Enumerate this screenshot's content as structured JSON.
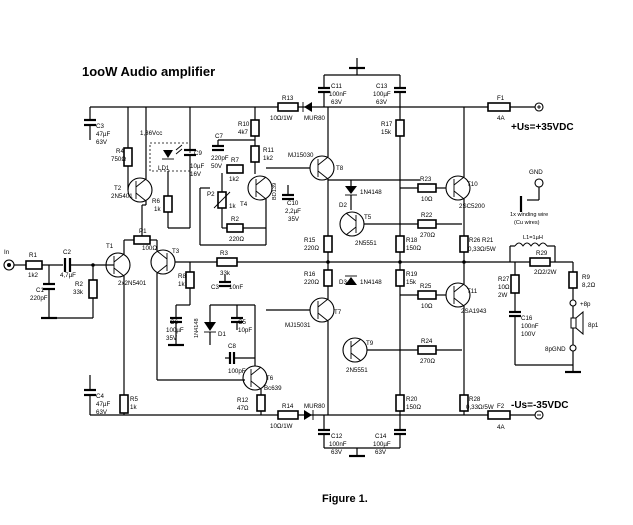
{
  "title": "1ooW Audio amplifier",
  "caption": "Figure 1.",
  "rails": {
    "positive": "+Us=+35VDC",
    "negative": "-Us=-35VDC",
    "gnd": "GND"
  },
  "io": {
    "input": "In",
    "speaker_plus": "+8p",
    "speaker_gnd": "8pGND",
    "speaker": "8p1"
  },
  "components": {
    "R1": "R1",
    "R1v": "1k2",
    "R2": "R2",
    "R2v": "33k",
    "R3": "R3",
    "R3v": "33k",
    "R4": "R4",
    "R4v": "750Ω",
    "R5": "R5",
    "R5v": "1k",
    "R6": "R6",
    "R6v": "1k",
    "R7": "R7",
    "R7v": "1k2",
    "R8": "R8",
    "R8v": "1k",
    "R9": "R9",
    "R9v": "8,2Ω",
    "R10": "R10",
    "R10v": "4k7",
    "R11": "R11",
    "R11v": "1k2",
    "R12": "R12",
    "R12v": "47Ω",
    "R13": "R13",
    "R13v": "10Ω/1W",
    "R14": "R14",
    "R14v": "10Ω/1W",
    "R15": "R15",
    "R15v": "220Ω",
    "R16": "R16",
    "R16v": "220Ω",
    "R17": "R17",
    "R17v": "15k",
    "R18": "R18",
    "R18v": "150Ω",
    "R19": "R19",
    "R19v": "15k",
    "R20": "R20",
    "R20v": "150Ω",
    "R21": "R21",
    "R21v": "0,33Ω/5W",
    "R22": "R22",
    "R22v": "270Ω",
    "R23": "R23",
    "R23v": "10Ω",
    "R24": "R24",
    "R24v": "270Ω",
    "R25": "R25",
    "R25v": "10Ω",
    "R26": "R26",
    "R26v": "0,33Ω/5W",
    "R27": "R27",
    "R27v": "10Ω",
    "R27w": "2W",
    "R28": "R28",
    "R28v": "0,33Ω/5W",
    "R29": "R29",
    "R29v": "2Ω2/2W",
    "Rx": "R2",
    "Rxv": "220Ω",
    "C1": "C1",
    "C1v": "220pF",
    "C2": "C2",
    "C2v": "4,7µF",
    "C3": "C3",
    "C3v": "47µF",
    "C3u": "63V",
    "C4": "C4",
    "C4v": "47µF",
    "C4u": "63V",
    "C5": "C5",
    "C5v": "10pF",
    "C6": "C6",
    "C6v": "100µF",
    "C6u": "35V",
    "C7": "C7",
    "C7v": "220pF",
    "C7u": "50V",
    "C8": "C8",
    "C8v": "100pF",
    "C9": "C9",
    "C9v": "10µF",
    "C9u": "16V",
    "C10": "C10",
    "C10v": "2,2µF",
    "C10u": "35V",
    "C11": "C11",
    "C11v": "100nF",
    "C11u": "63V",
    "C12": "C12",
    "C12v": "100nF",
    "C12u": "63V",
    "C13": "C13",
    "C13v": "100µF",
    "C13u": "63V",
    "C14": "C14",
    "C14v": "100µF",
    "C14u": "63V",
    "C15": "C15",
    "C15v": "10pF",
    "C16": "C16",
    "C16v": "100nF",
    "C16u": "100V",
    "Cx": "C3",
    "Cxv": "10nF",
    "T1": "T1",
    "T1v": "2x2N5401",
    "T2": "T2",
    "T2v": "2N5401",
    "T3": "T3",
    "T4": "T4",
    "T4v": "BD139",
    "T5": "T5",
    "T5v": "2N5551",
    "T6": "T6",
    "T6v": "Bc639",
    "T7": "T7",
    "T7v": "MJ15031",
    "T8": "T8",
    "T8v": "MJ15030",
    "T9": "T9",
    "T9v": "2N5551",
    "T10": "T10",
    "T10v": "2SC5200",
    "T11": "T11",
    "T11v": "2SA1943",
    "D1": "D1",
    "D1v": "1N4148",
    "D2": "D2",
    "D2v": "1N4148",
    "D3": "D3",
    "D3v": "1N4148",
    "LD1": "LD1",
    "LD1v": "1,36Vcc",
    "P1": "P1",
    "P1v": "100Ω",
    "P2": "P2",
    "P2v": "1k",
    "L1": "L1=1µH",
    "L1n": "1x winding wire",
    "L1n2": "(Cu wires)",
    "MUR1": "MUR80",
    "MUR2": "MUR80",
    "F1": "F1",
    "F1v": "4A",
    "F2": "F2",
    "F2v": "4A"
  }
}
